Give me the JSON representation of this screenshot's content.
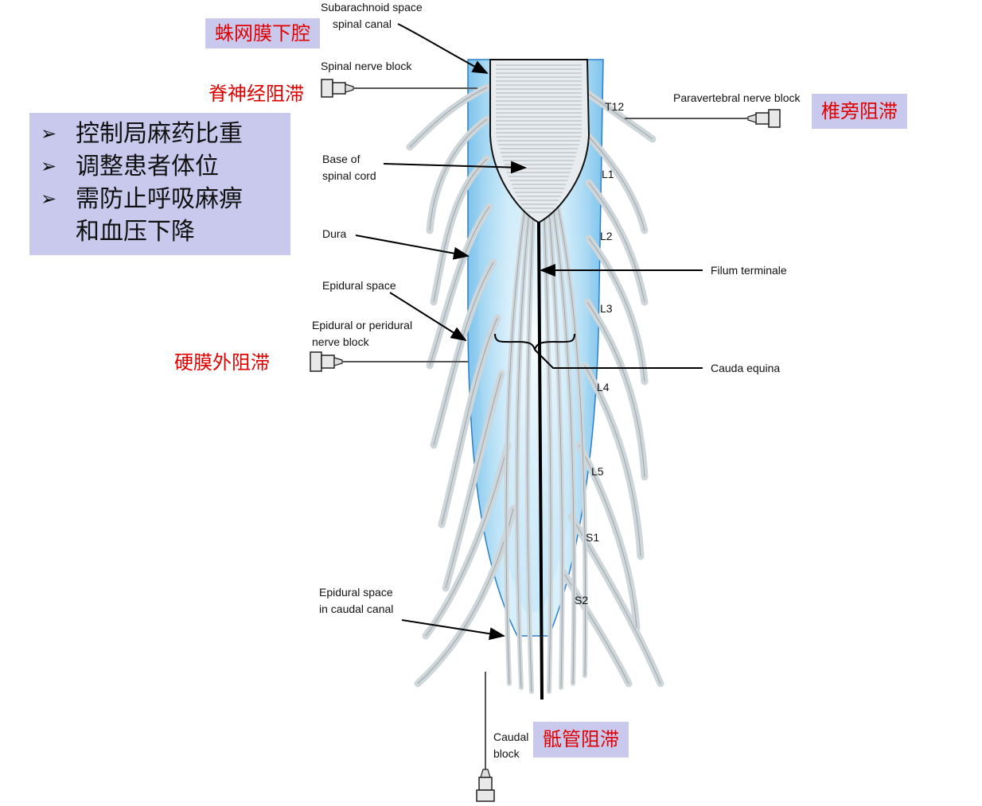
{
  "labels": {
    "subarachnoid": "Subarachnoid space",
    "spinal_canal": "spinal canal",
    "spinal_nerve_block": "Spinal nerve block",
    "paravertebral": "Paravertebral nerve block",
    "base_of": "Base of",
    "spinal_cord": "spinal cord",
    "dura": "Dura",
    "filum": "Filum terminale",
    "epidural_space": "Epidural space",
    "epidural_or": "Epidural or peridural",
    "nerve_block": "nerve block",
    "cauda": "Cauda equina",
    "caudal_space_1": "Epidural space",
    "caudal_space_2": "in caudal canal",
    "caudal": "Caudal",
    "block": "block"
  },
  "levels": [
    "T12",
    "L1",
    "L2",
    "L3",
    "L4",
    "L5",
    "S1",
    "S2"
  ],
  "cn_labels": {
    "subarachnoid": "蛛网膜下腔",
    "spinal_block": "脊神经阻滞",
    "paravertebral": "椎旁阻滞",
    "epidural": "硬膜外阻滞",
    "caudal": "骶管阻滞"
  },
  "notes": {
    "bullet": "➢",
    "items": [
      "控制局麻药比重",
      "调整患者体位",
      "需防止呼吸麻痹\n和血压下降"
    ]
  },
  "colors": {
    "highlight_box": "#c9c9ee",
    "chinese_text": "#e00000",
    "fluid": "#b8e2f7",
    "nerve": "#cfd6da"
  }
}
